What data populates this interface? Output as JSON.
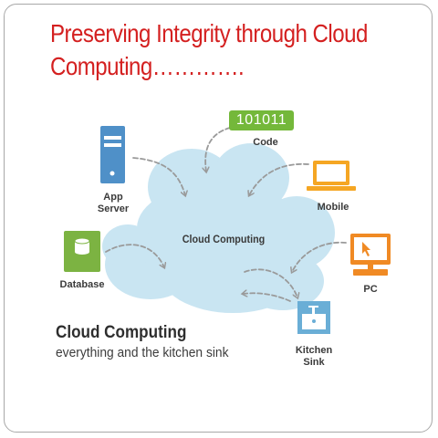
{
  "slide": {
    "title_line1": "Preserving Integrity through Cloud",
    "title_line2": "Computing…………."
  },
  "diagram": {
    "center_label": "Cloud Computing",
    "code_badge": "101011",
    "nodes": {
      "code": "Code",
      "app_server_line1": "App",
      "app_server_line2": "Server",
      "mobile": "Mobile",
      "database": "Database",
      "pc": "PC",
      "kitchen_sink_line1": "Kitchen",
      "kitchen_sink_line2": "Sink"
    },
    "caption_title": "Cloud Computing",
    "caption_subtitle": "everything and the kitchen sink"
  },
  "colors": {
    "title": "#d42020",
    "cloud": "#c9e5f2",
    "server": "#4f90c8",
    "mobile": "#f5a623",
    "database": "#7cb342",
    "pc": "#f08a24",
    "sink": "#6aaed6",
    "badge": "#74b83a",
    "arrow": "#9a9a9a"
  }
}
